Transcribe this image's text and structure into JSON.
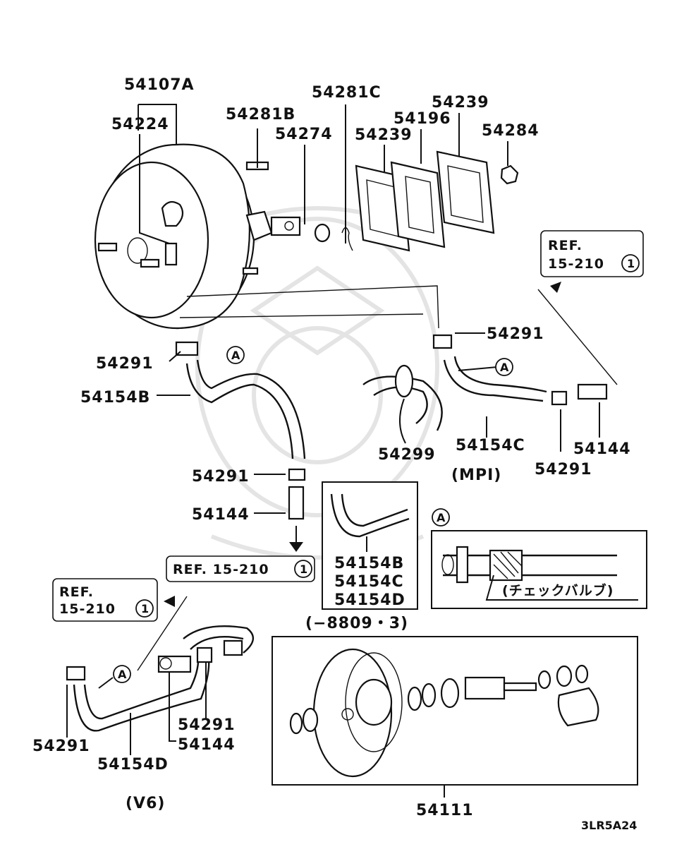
{
  "labels": {
    "booster_assy": "54107A",
    "check_valve": "54224",
    "pin_b": "54281B",
    "pin_c": "54281C",
    "washer": "54274",
    "gasket_1": "54239",
    "spacer": "54196",
    "gasket_2": "54239",
    "nut": "54284",
    "clamp_left_top": "54291",
    "hose_b": "54154B",
    "clamp_center": "54291",
    "fitting_center": "54144",
    "clamp_mpi_top": "54291",
    "clamp_mpi_right": "54291",
    "fitting_mpi": "54144",
    "hose_c": "54154C",
    "clip_mpi": "54299",
    "hose_d": "54154D",
    "clamp_v6_left": "54291",
    "clamp_v6_right": "54291",
    "fitting_v6": "54144",
    "master_cyl_kit": "54111",
    "inset_hose_b": "54154B",
    "inset_hose_c": "54154C",
    "inset_hose_d": "54154D"
  },
  "refs": {
    "mpi_ref_line1": "REF.",
    "mpi_ref_line2": "15-210",
    "mpi_ref_num": "1",
    "center_ref": "REF. 15-210",
    "center_ref_num": "1",
    "v6_ref_line1": "REF.",
    "v6_ref_line2": "15-210",
    "v6_ref_num": "1"
  },
  "callouts": {
    "a_left": "A",
    "a_mpi": "A",
    "a_v6": "A",
    "a_detail": "A"
  },
  "captions": {
    "mpi": "(MPI)",
    "date_range": "(−8809・3)",
    "v6": "(V6)",
    "check_valve_jp": "(チェックバルブ)",
    "figure_code": "3LR5A24"
  }
}
